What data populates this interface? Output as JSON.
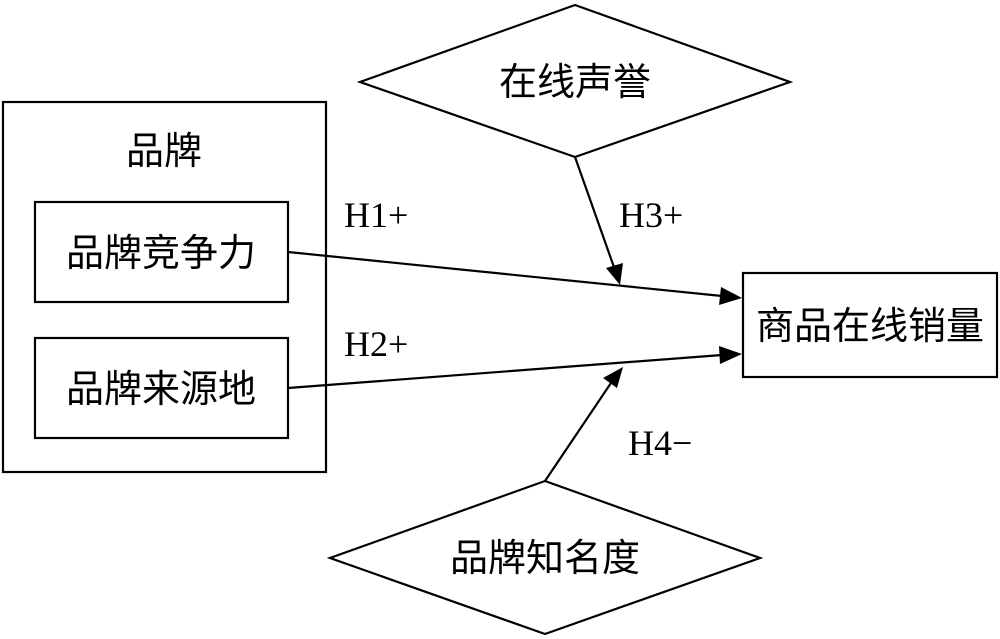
{
  "brand_group": {
    "title": "品牌",
    "competitiveness": "品牌竞争力",
    "origin": "品牌来源地"
  },
  "online_reputation": "在线声誉",
  "brand_awareness": "品牌知名度",
  "online_sales": "商品在线销量",
  "hypotheses": {
    "h1": "H1+",
    "h2": "H2+",
    "h3": "H3+",
    "h4": "H4−"
  }
}
